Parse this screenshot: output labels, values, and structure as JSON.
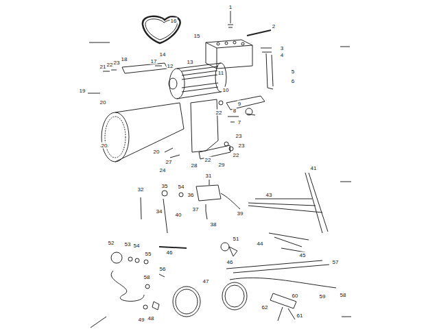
{
  "diagram": {
    "labels": [
      "16",
      "1",
      "2",
      "15",
      "3",
      "4",
      "5",
      "6",
      "18",
      "21",
      "22",
      "23",
      "14",
      "17",
      "12",
      "13",
      "11",
      "10",
      "19",
      "20",
      "9",
      "8",
      "22",
      "7",
      "23",
      "22",
      "23",
      "20",
      "27",
      "24",
      "28",
      "22",
      "29",
      "20",
      "31",
      "32",
      "35",
      "54",
      "36",
      "34",
      "40",
      "37",
      "38",
      "39",
      "43",
      "41",
      "44",
      "45",
      "46",
      "46",
      "51",
      "52",
      "53",
      "54",
      "55",
      "56",
      "57",
      "58",
      "47",
      "48",
      "49",
      "58",
      "59",
      "60",
      "61",
      "62"
    ]
  }
}
